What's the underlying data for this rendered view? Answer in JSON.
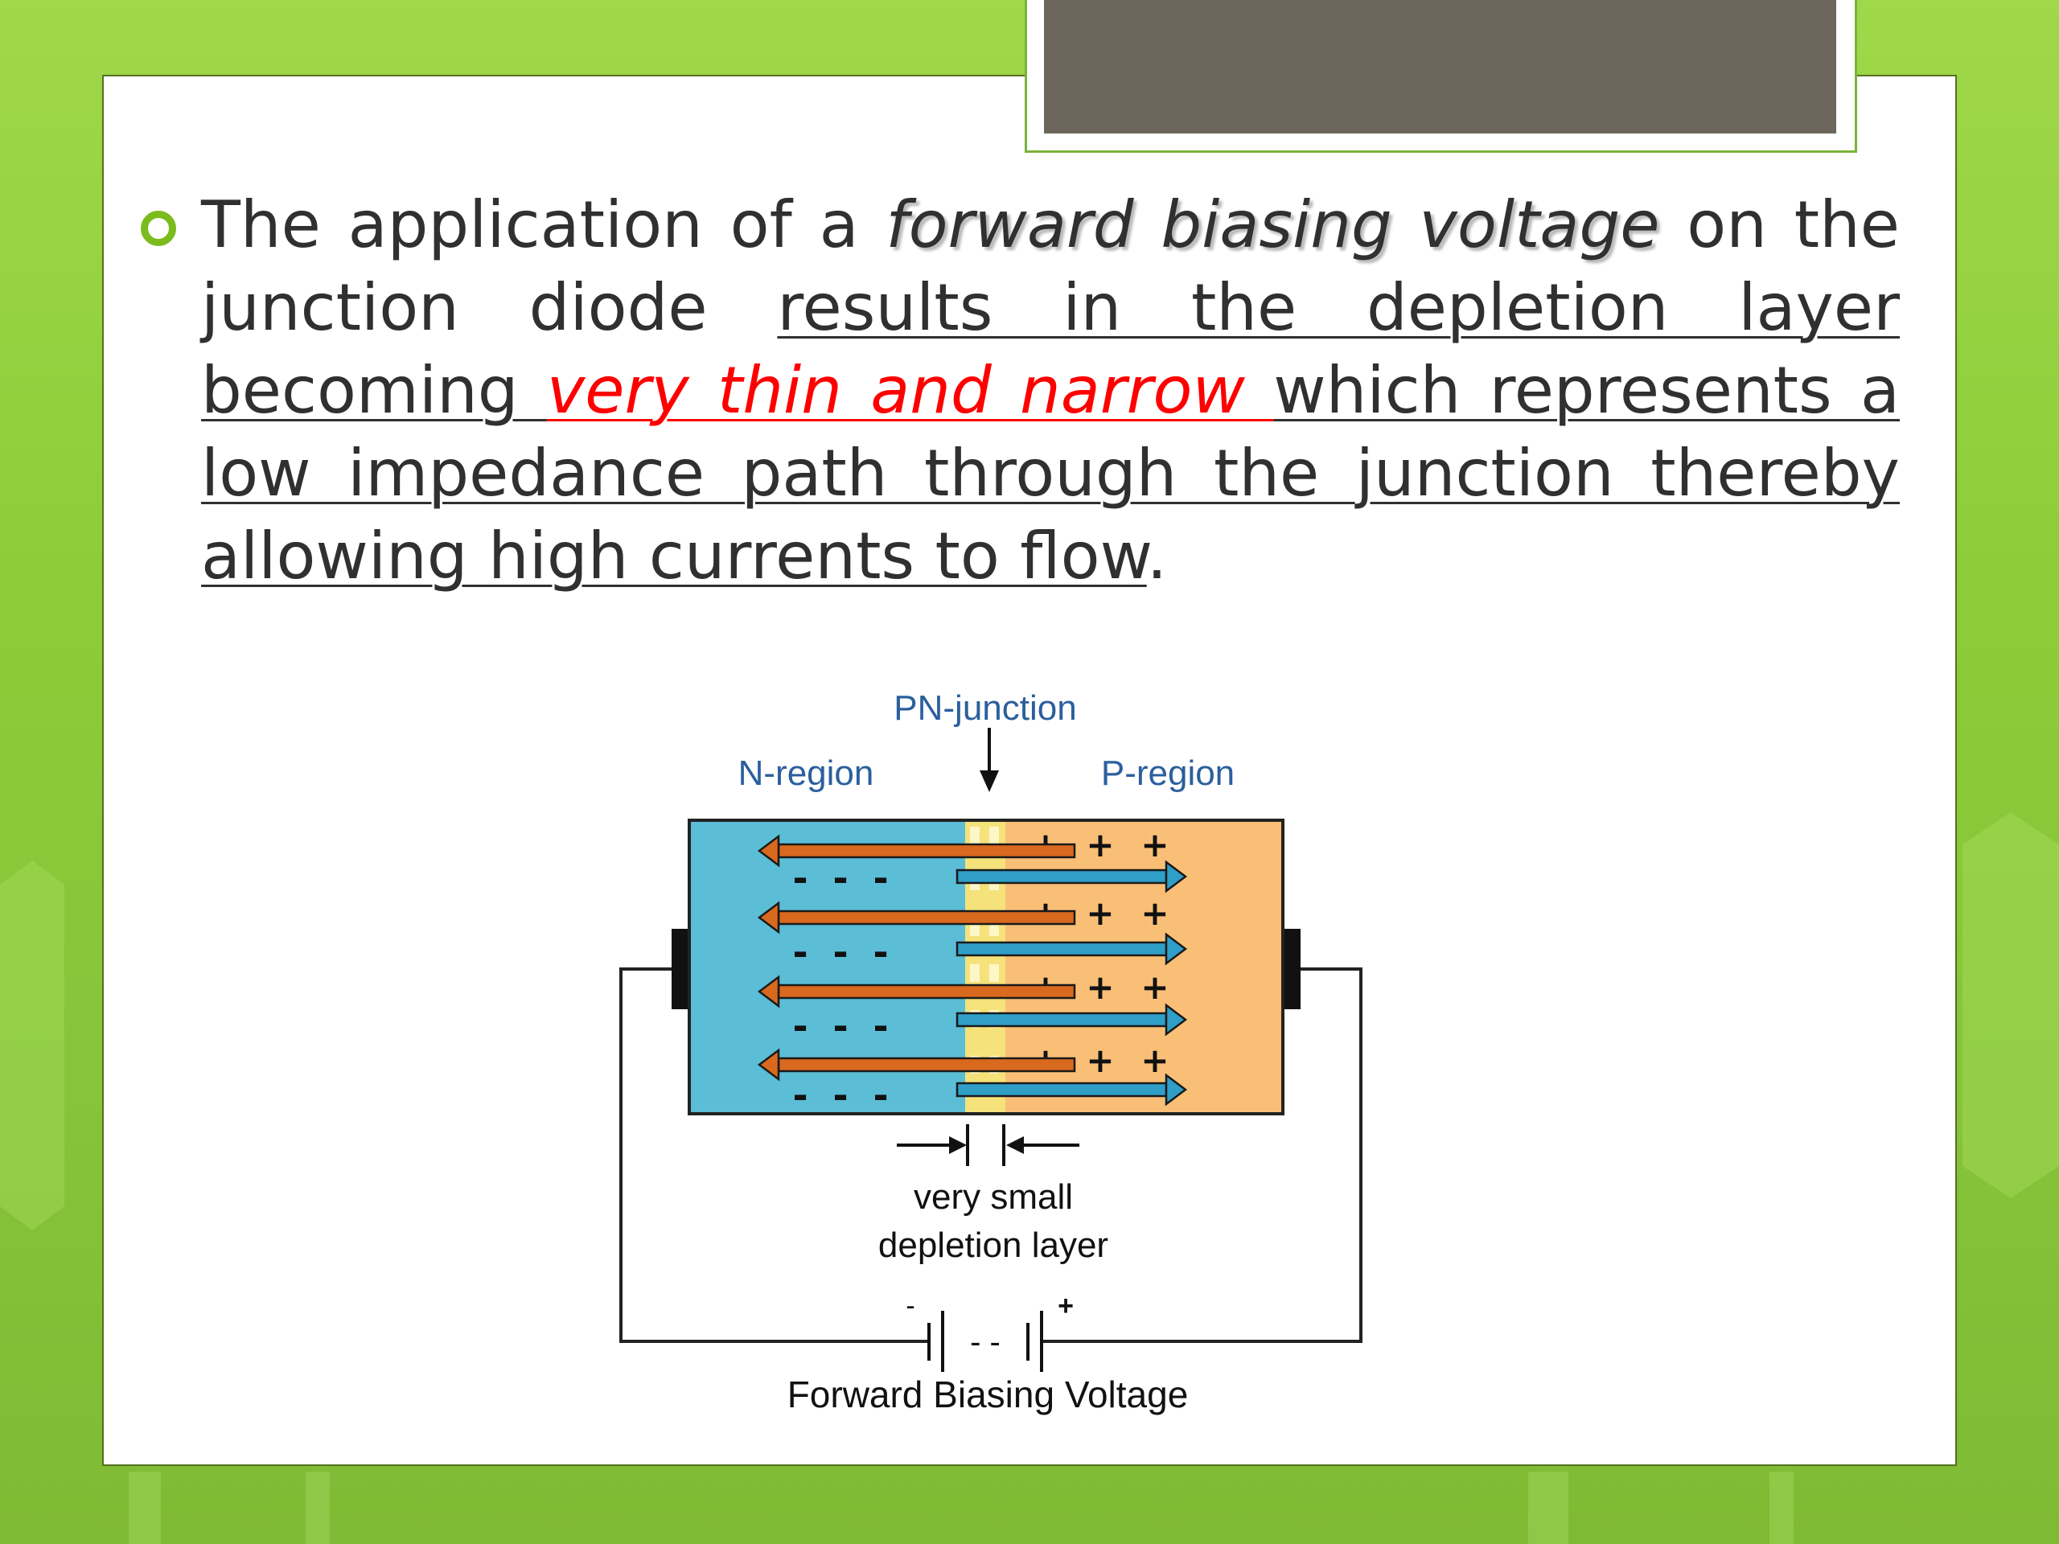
{
  "slide": {
    "segments": [
      {
        "text": "The application of a ",
        "style": "plain"
      },
      {
        "text": "forward biasing voltage",
        "style": "emphasis"
      },
      {
        "text": " on the junction diode ",
        "style": "plain"
      },
      {
        "text": "results in the depletion layer becoming ",
        "style": "underline"
      },
      {
        "text": "very thin and narrow ",
        "style": "red-underline"
      },
      {
        "text": "which represents a low impedance path through the junction thereby allowing high currents to flow",
        "style": "underline"
      },
      {
        "text": ".",
        "style": "plain"
      }
    ]
  },
  "diagram": {
    "pn_junction_label": "PN-junction",
    "n_region_label": "N-region",
    "p_region_label": "P-region",
    "depletion_label_line1": "very small",
    "depletion_label_line2": "depletion layer",
    "battery_minus": "-",
    "battery_plus": "+",
    "battery_dash": "- -",
    "voltage_label": "Forward Biasing Voltage",
    "minus_sign": "-",
    "plus_sign": "+"
  },
  "colors": {
    "n_region": "#5cbdd6",
    "p_region": "#f9bf77",
    "depletion": "#f5e27a",
    "electron_arrow": "#d9691e",
    "hole_arrow": "#2f9fc8",
    "label_blue": "#2b5f9e",
    "accent_green": "#7cbb1e",
    "title_bar": "#6d665a",
    "highlight_red": "#ff0000"
  }
}
